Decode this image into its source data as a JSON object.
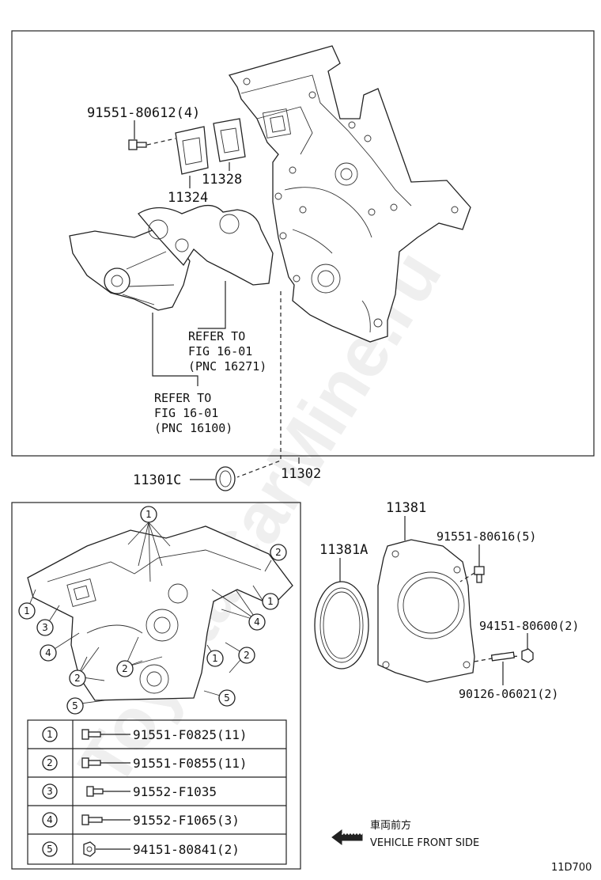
{
  "diagram": {
    "code": "11D700",
    "watermark": "ToyotaCarMine.ru",
    "upper_section": {
      "labels": {
        "bolt_91551_80612": "91551-80612(4)",
        "gasket_11328": "11328",
        "gasket_11324": "11324",
        "refer1_line1": "REFER TO",
        "refer1_line2": "FIG 16-01",
        "refer1_line3": "(PNC 16271)",
        "refer2_line1": "REFER TO",
        "refer2_line2": "FIG 16-01",
        "refer2_line3": "(PNC 16100)"
      }
    },
    "between": {
      "seal_11301C": "11301C",
      "cover_11302": "11302"
    },
    "right_section": {
      "labels": {
        "retainer_11381": "11381",
        "seal_11381A": "11381A",
        "bolt_91551_80616": "91551-80616(5)",
        "nut_94151_80600": "94151-80600(2)",
        "stud_90126_06021": "90126-06021(2)"
      }
    },
    "callouts": [
      "1",
      "2",
      "3",
      "4",
      "5"
    ],
    "legend_table": [
      {
        "num": "1",
        "part": "91551-F0825(11)"
      },
      {
        "num": "2",
        "part": "91551-F0855(11)"
      },
      {
        "num": "3",
        "part": "91552-F1035"
      },
      {
        "num": "4",
        "part": "91552-F1065(3)"
      },
      {
        "num": "5",
        "part": "94151-80841(2)"
      }
    ],
    "direction": {
      "kanji": "車両前方",
      "text": "VEHICLE FRONT SIDE"
    }
  }
}
